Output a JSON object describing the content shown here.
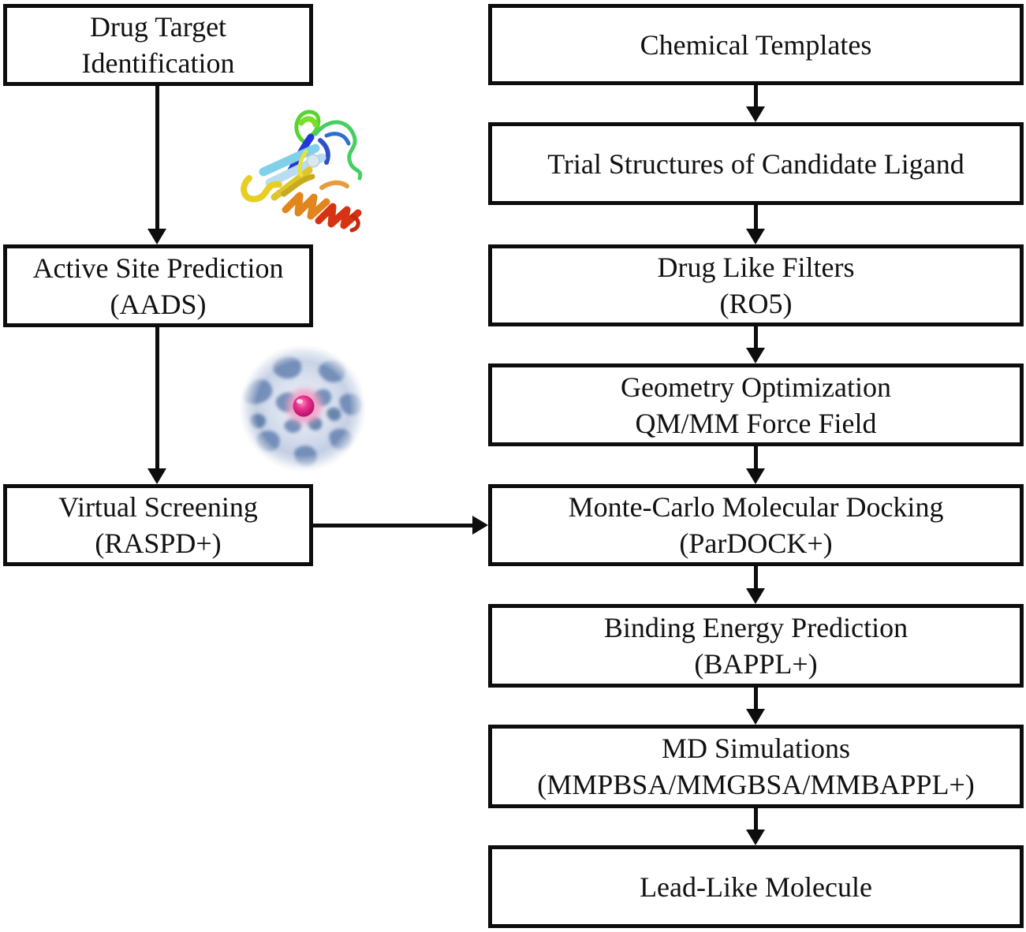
{
  "figure": {
    "description": "Flowchart of a computational drug discovery pipeline",
    "colors": {
      "box_border": "#0d0d0d",
      "box_fill": "#ffffff",
      "text": "#111111",
      "arrow": "#0d0d0d",
      "pocket_surface_dark": "#6e89b6",
      "pocket_surface_light": "#dde4f1",
      "ligand_sphere": "#d51a7e",
      "ligand_halo": "#f2a0c5"
    }
  },
  "nodes": {
    "drug_target": {
      "line1": "Drug Target",
      "line2": "Identification"
    },
    "active_site": {
      "line1": "Active Site Prediction",
      "line2": "(AADS)"
    },
    "virtual_screening": {
      "line1": "Virtual Screening",
      "line2": "(RASPD+)"
    },
    "chemical_templates": {
      "line1": "Chemical Templates"
    },
    "trial_structures": {
      "line1": "Trial Structures of Candidate Ligand"
    },
    "drug_like_filters": {
      "line1": "Drug Like Filters",
      "line2": "(RO5)"
    },
    "geometry_optimization": {
      "line1": "Geometry Optimization",
      "line2": "QM/MM Force Field"
    },
    "monte_carlo_docking": {
      "line1": "Monte-Carlo Molecular Docking",
      "line2": "(ParDOCK+)"
    },
    "binding_energy": {
      "line1": "Binding Energy Prediction",
      "line2": "(BAPPL+)"
    },
    "md_simulations": {
      "line1": "MD Simulations",
      "line2": "(MMPBSA/MMGBSA/MMBAPPL+)"
    },
    "lead_like_molecule": {
      "line1": "Lead-Like Molecule"
    }
  },
  "edges": [
    {
      "from": "drug_target",
      "to": "active_site"
    },
    {
      "from": "active_site",
      "to": "virtual_screening"
    },
    {
      "from": "virtual_screening",
      "to": "monte_carlo_docking"
    },
    {
      "from": "chemical_templates",
      "to": "trial_structures"
    },
    {
      "from": "trial_structures",
      "to": "drug_like_filters"
    },
    {
      "from": "drug_like_filters",
      "to": "geometry_optimization"
    },
    {
      "from": "geometry_optimization",
      "to": "monte_carlo_docking"
    },
    {
      "from": "monte_carlo_docking",
      "to": "binding_energy"
    },
    {
      "from": "binding_energy",
      "to": "md_simulations"
    },
    {
      "from": "md_simulations",
      "to": "lead_like_molecule"
    }
  ],
  "illustrations": {
    "protein_ribbon": "rainbow-cartoon-protein-structure",
    "binding_pocket": "protein-pocket-with-magenta-ligand-sphere"
  }
}
